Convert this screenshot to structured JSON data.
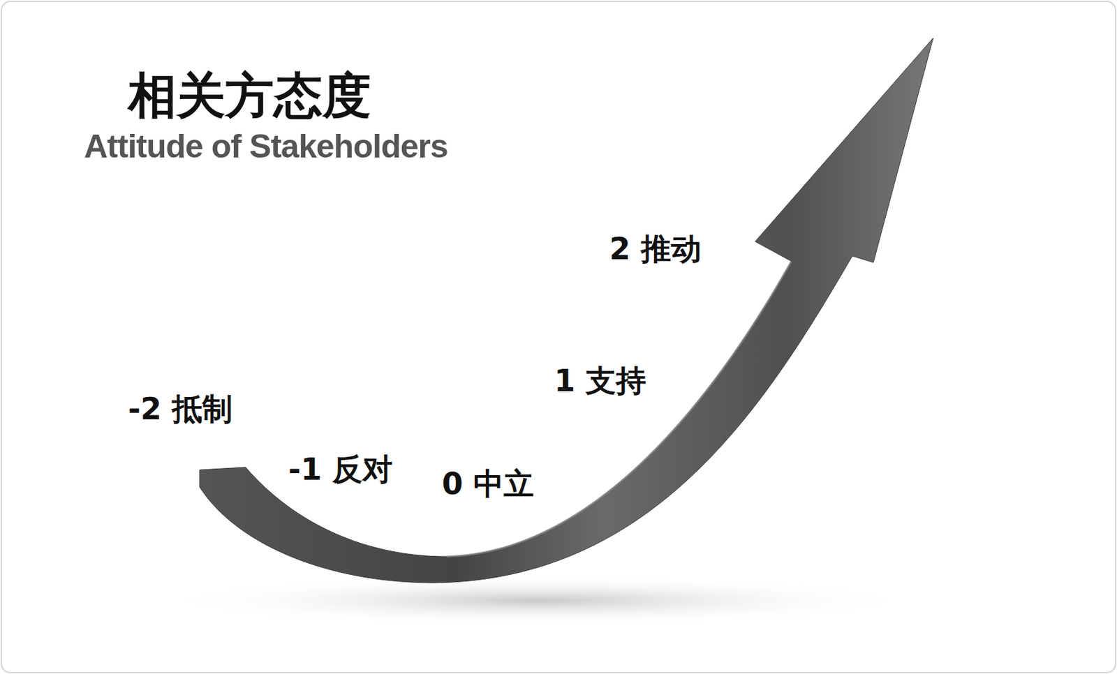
{
  "diagram": {
    "title": "相关方态度",
    "labels": [
      "Attitude of Stakeholders",
      "-2 抵制",
      "-1 反对",
      "0 中立",
      "1 支持",
      "2 推动"
    ]
  }
}
